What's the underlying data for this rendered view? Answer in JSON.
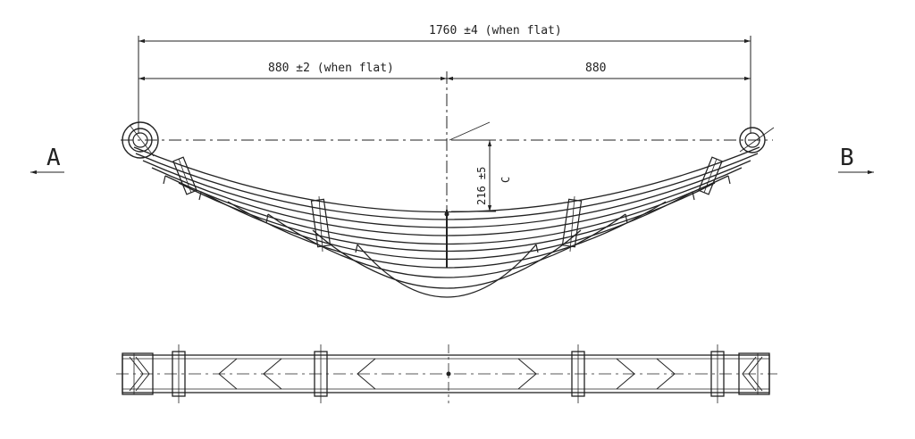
{
  "drawing": {
    "dimensions": {
      "overall": "1760 ±4 (when flat)",
      "half_left": "880 ±2 (when flat)",
      "half_right": "880",
      "camber": "216 ±5",
      "camber_label": "C"
    },
    "view_labels": {
      "left": "A",
      "right": "B"
    }
  }
}
